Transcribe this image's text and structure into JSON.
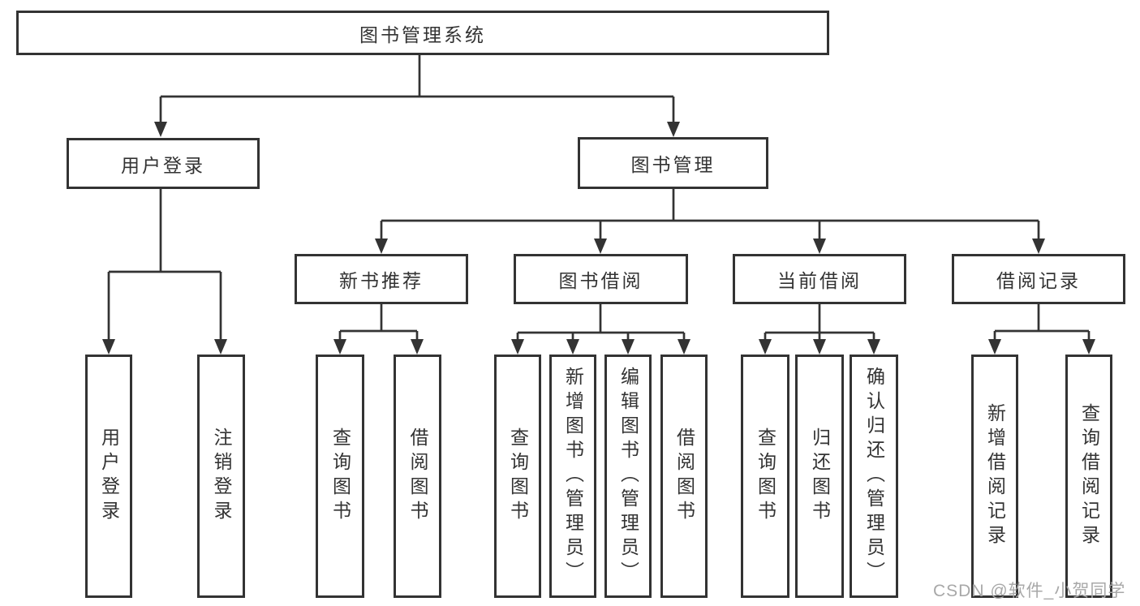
{
  "diagram": {
    "root_label": "图书管理系统",
    "branches": {
      "user_login": {
        "label": "用户登录",
        "children": [
          "用户登录",
          "注销登录"
        ]
      },
      "book_mgmt": {
        "label": "图书管理"
      }
    },
    "modules": [
      {
        "label": "新书推荐",
        "children": [
          "查询图书",
          "借阅图书"
        ]
      },
      {
        "label": "图书借阅",
        "children": [
          "查询图书",
          "新增图书（管理员）",
          "编辑图书（管理员）",
          "借阅图书"
        ]
      },
      {
        "label": "当前借阅",
        "children": [
          "查询图书",
          "归还图书",
          "确认归还（管理员）"
        ]
      },
      {
        "label": "借阅记录",
        "children": [
          "新增借阅记录",
          "查询借阅记录"
        ]
      }
    ],
    "watermark": "CSDN @软件_小贺同学"
  },
  "colors": {
    "line": "#333333",
    "box_border": "#333333",
    "text": "#333333",
    "watermark": "#a8a8a8",
    "background": "#ffffff"
  }
}
